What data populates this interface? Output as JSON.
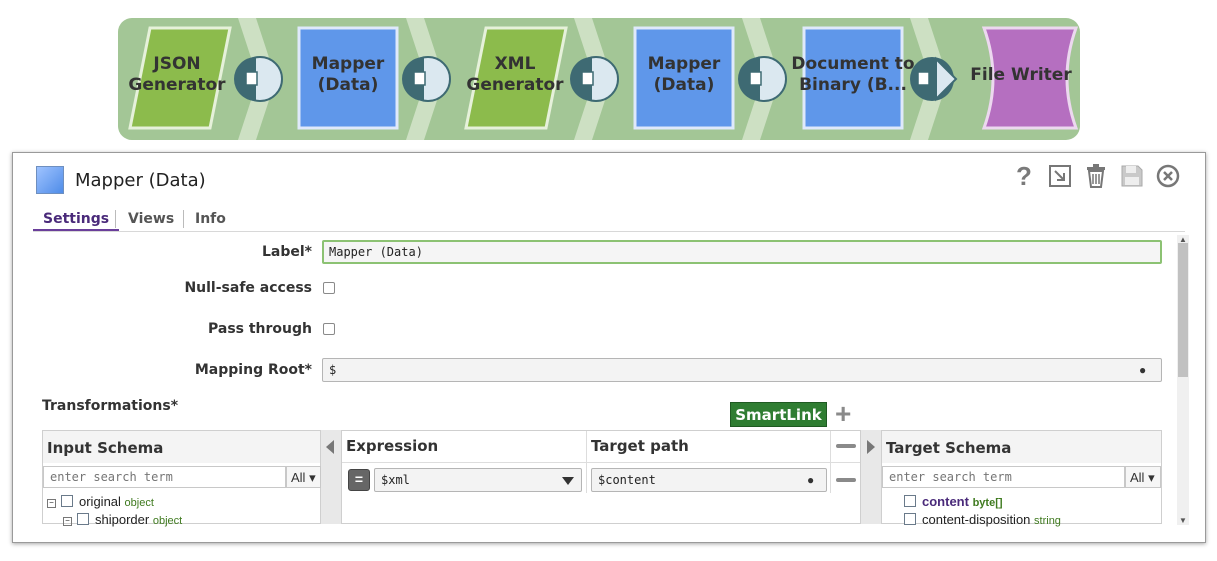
{
  "pipeline": {
    "snaps": [
      {
        "label_line1": "JSON",
        "label_line2": "Generator",
        "kind": "generator",
        "color": "#8fbd50"
      },
      {
        "label_line1": "Mapper",
        "label_line2": "(Data)",
        "kind": "transform",
        "color": "#5d95e8"
      },
      {
        "label_line1": "XML",
        "label_line2": "Generator",
        "kind": "generator",
        "color": "#8fbd50"
      },
      {
        "label_line1": "Mapper",
        "label_line2": "(Data)",
        "kind": "transform",
        "color": "#5d95e8"
      },
      {
        "label_line1": "Document to",
        "label_line2": "Binary (B...",
        "kind": "transform",
        "color": "#5d95e8"
      },
      {
        "label_line1": "File Writer",
        "label_line2": "",
        "kind": "writer",
        "color": "#b56fc0"
      }
    ],
    "bg_color": "#a3c696",
    "connector_color": "#3e6a73"
  },
  "panel": {
    "title": "Mapper (Data)",
    "icon": "mapper-snap-icon",
    "tools": [
      {
        "name": "help-icon",
        "glyph": "?"
      },
      {
        "name": "export-icon",
        "glyph": "⇲"
      },
      {
        "name": "trash-icon",
        "glyph": "🗑"
      },
      {
        "name": "save-icon",
        "glyph": "💾"
      },
      {
        "name": "close-icon",
        "glyph": "⊗"
      }
    ],
    "tabs": [
      "Settings",
      "Views",
      "Info"
    ],
    "active_tab": "Settings"
  },
  "settings": {
    "label_label": "Label*",
    "label_value": "Mapper (Data)",
    "nullsafe_label": "Null-safe access",
    "nullsafe_checked": false,
    "passthrough_label": "Pass through",
    "passthrough_checked": false,
    "mappingroot_label": "Mapping Root*",
    "mappingroot_value": "$",
    "transformations_label": "Transformations*"
  },
  "mapper": {
    "smartlink_label": "SmartLink",
    "input_schema": {
      "header": "Input Schema",
      "search_placeholder": "enter search term",
      "filter": "All",
      "items": [
        {
          "name": "original",
          "type": "object"
        },
        {
          "name": "shiporder",
          "type": "object"
        }
      ]
    },
    "expression_header": "Expression",
    "target_path_header": "Target path",
    "rows": [
      {
        "expression": "$xml",
        "target": "$content"
      }
    ],
    "target_schema": {
      "header": "Target Schema",
      "search_placeholder": "enter search term",
      "filter": "All",
      "items": [
        {
          "name": "content",
          "type": "byte[]"
        },
        {
          "name": "content-disposition",
          "type": "string"
        }
      ]
    }
  }
}
